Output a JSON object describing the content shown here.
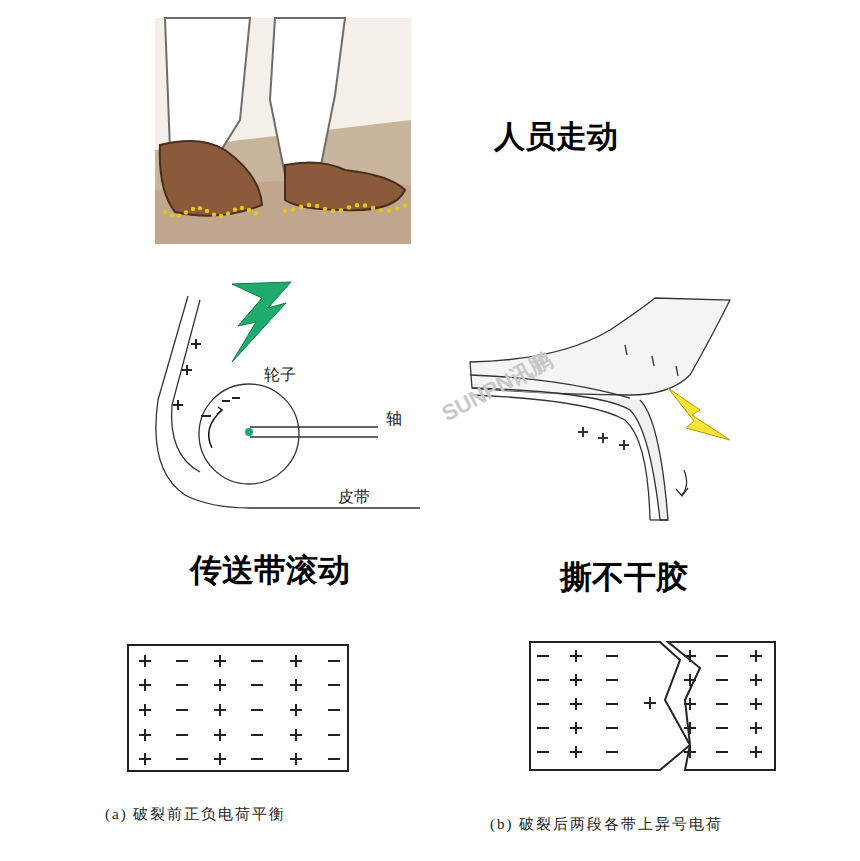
{
  "diagram": {
    "labels": [
      "人员走动",
      "轮子",
      "轴",
      "皮带",
      "传送带滚动",
      "撕不干胶",
      "(a) 破裂前正负电荷平衡",
      "(b) 破裂后两段各带上异号电荷",
      "SUNPN讯鹏"
    ]
  }
}
